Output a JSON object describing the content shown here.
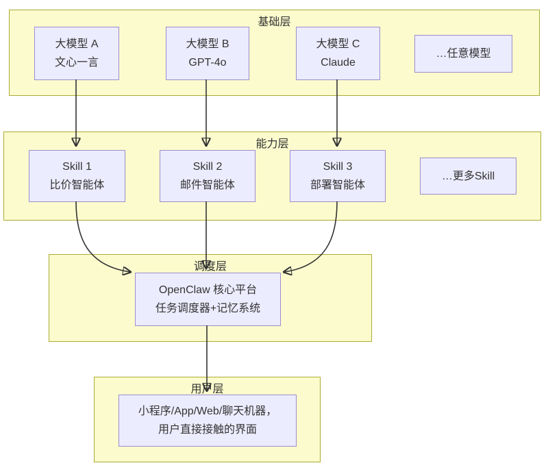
{
  "diagram": {
    "type": "layered-flowchart",
    "layers": [
      {
        "id": "foundation",
        "label": "基础层",
        "nodes": [
          {
            "id": "model-a",
            "line1": "大模型 A",
            "line2": "文心一言"
          },
          {
            "id": "model-b",
            "line1": "大模型 B",
            "line2": "GPT-4o"
          },
          {
            "id": "model-c",
            "line1": "大模型 C",
            "line2": "Claude"
          },
          {
            "id": "any-model",
            "line1": "…任意模型"
          }
        ]
      },
      {
        "id": "capability",
        "label": "能力层",
        "nodes": [
          {
            "id": "skill-1",
            "line1": "Skill 1",
            "line2": "比价智能体"
          },
          {
            "id": "skill-2",
            "line1": "Skill 2",
            "line2": "邮件智能体"
          },
          {
            "id": "skill-3",
            "line1": "Skill 3",
            "line2": "部署智能体"
          },
          {
            "id": "more-skills",
            "line1": "…更多Skill"
          }
        ]
      },
      {
        "id": "scheduling",
        "label": "调度层",
        "nodes": [
          {
            "id": "openclaw-core",
            "line1": "OpenClaw 核心平台",
            "line2": "任务调度器+记忆系统"
          }
        ]
      },
      {
        "id": "user",
        "label": "用户层",
        "nodes": [
          {
            "id": "user-interface",
            "line1": "小程序/App/Web/聊天机器，",
            "line2": "用户直接接触的界面"
          }
        ]
      }
    ],
    "edges": [
      {
        "from": "大模型 A 文心一言",
        "to": "Skill 1 比价智能体"
      },
      {
        "from": "大模型 B GPT-4o",
        "to": "Skill 2 邮件智能体"
      },
      {
        "from": "大模型 C Claude",
        "to": "Skill 3 部署智能体"
      },
      {
        "from": "Skill 1 比价智能体",
        "to": "OpenClaw 核心平台"
      },
      {
        "from": "Skill 2 邮件智能体",
        "to": "OpenClaw 核心平台"
      },
      {
        "from": "Skill 3 部署智能体",
        "to": "OpenClaw 核心平台"
      },
      {
        "from": "OpenClaw 核心平台",
        "to": "用户层界面"
      }
    ],
    "colors": {
      "background": "#ffffff",
      "layer_fill": "#fbfbce",
      "layer_border": "#aaaa33",
      "node_fill": "#ececff",
      "node_border": "#9b8ccc",
      "text": "#333333",
      "arrow": "#333333"
    }
  }
}
